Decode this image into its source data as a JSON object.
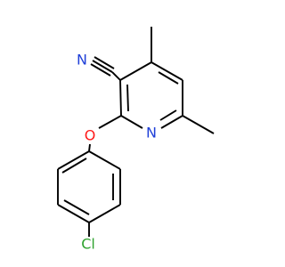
{
  "molecule": {
    "atoms": {
      "nitrile_n": {
        "label": "N",
        "color": "#2040d8"
      },
      "ring_n": {
        "label": "N",
        "color": "#2040d8"
      },
      "ether_o": {
        "label": "O",
        "color": "#ff1a1a"
      },
      "chlorine": {
        "label": "Cl",
        "color": "#2ea22e"
      }
    },
    "bond_color": "#000000"
  }
}
